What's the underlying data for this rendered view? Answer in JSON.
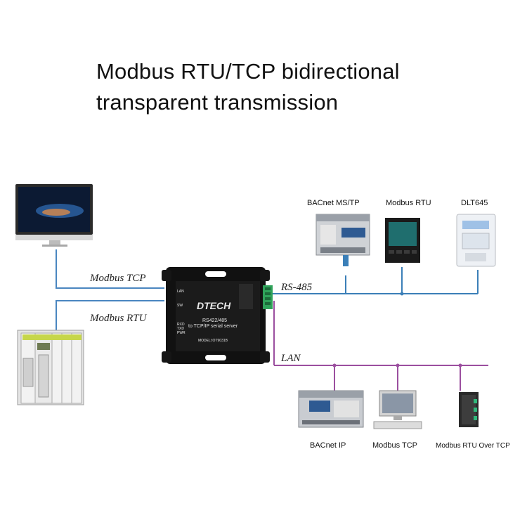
{
  "title_line1": "Modbus RTU/TCP bidirectional",
  "title_line2": "transparent transmission",
  "connections": {
    "modbus_tcp": "Modbus TCP",
    "modbus_rtu": "Modbus RTU",
    "rs485": "RS-485",
    "lan": "LAN"
  },
  "rs485_devices": [
    "BACnet MS/TP",
    "Modbus RTU",
    "DLT645"
  ],
  "lan_devices": [
    "BACnet IP",
    "Modbus TCP",
    "Modbus RTU Over TCP"
  ],
  "server": {
    "brand": "DTECH",
    "line1": "RS422/485",
    "line2": "to TCP/IP serial server",
    "model": "MODEL:IOT9031B",
    "led_lan": "LAN",
    "led_sw": "SW",
    "led_rxd": "RXD",
    "led_txd": "TXD",
    "led_pwr": "PWR"
  },
  "colors": {
    "rs485_bus": "#3b7fb8",
    "lan_bus": "#9b4f9f",
    "upper_link": "#4a86c0"
  }
}
